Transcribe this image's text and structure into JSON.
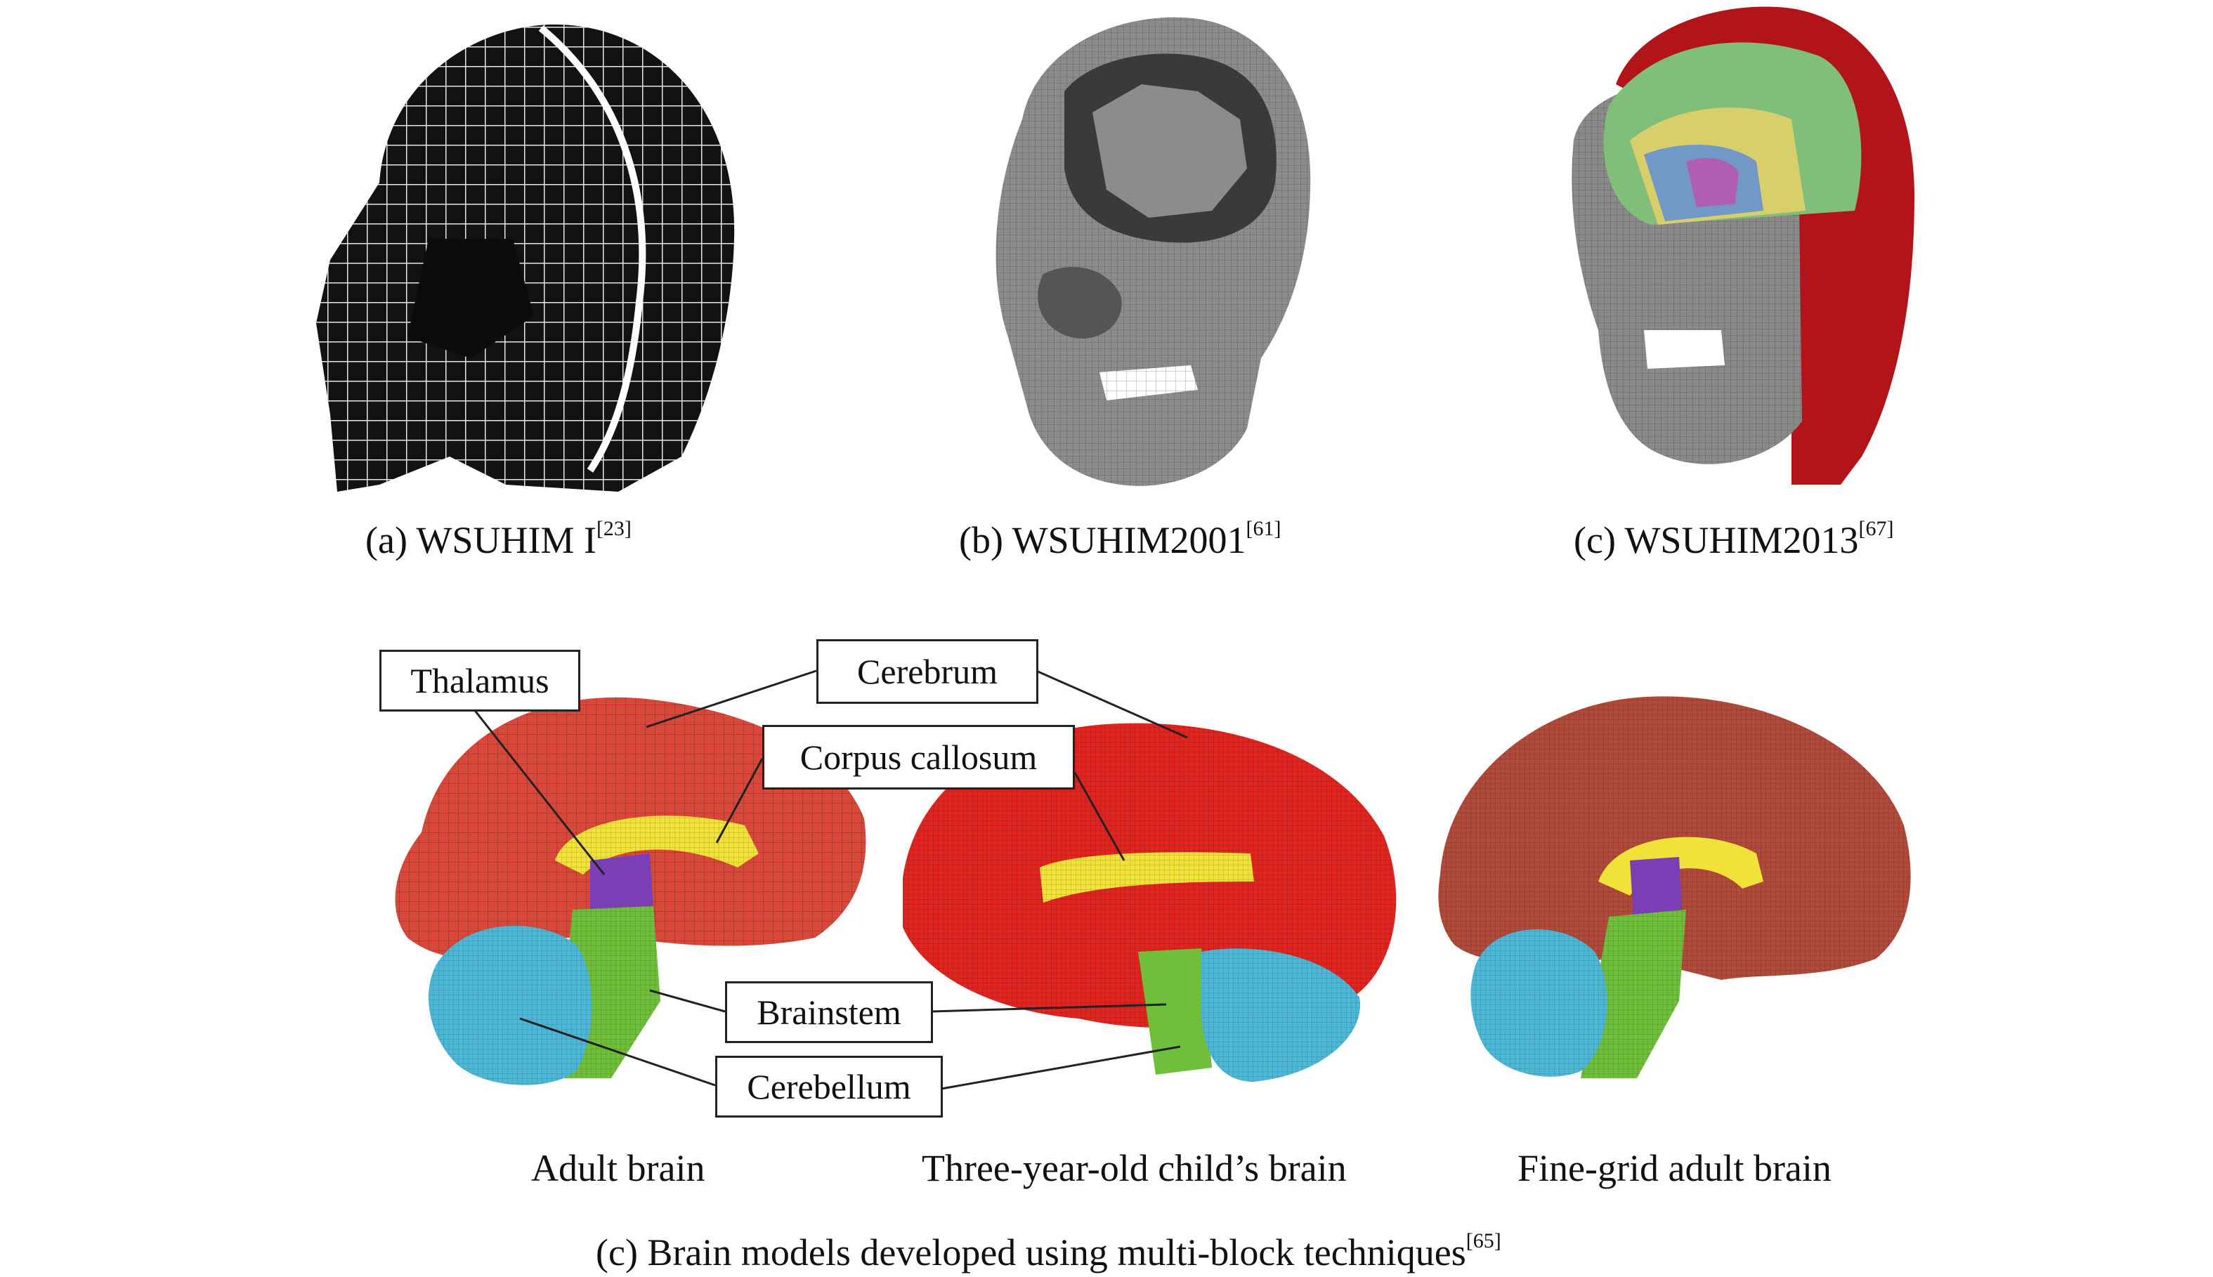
{
  "panels": {
    "a": {
      "caption_main": "(a) WSUHIM I",
      "caption_ref": "[23]"
    },
    "b": {
      "caption_main": "(b) WSUHIM2001",
      "caption_ref": "[61]"
    },
    "c": {
      "caption_main": "(c) WSUHIM2013",
      "caption_ref": "[67]"
    }
  },
  "brains": {
    "adult": "Adult brain",
    "child": "Three-year-old child’s brain",
    "fine": "Fine-grid adult brain"
  },
  "labels": {
    "thalamus": "Thalamus",
    "cerebrum": "Cerebrum",
    "corpus": "Corpus callosum",
    "brainstem": "Brainstem",
    "cerebellum": "Cerebellum"
  },
  "bottom_caption": {
    "main": "(c) Brain models developed using multi-block techniques",
    "ref": "[65]"
  },
  "colors": {
    "mesh_dark": "#1a1a1a",
    "skull_gray": "#8a8a8a",
    "cerebrum_red": "#d8483a",
    "child_red": "#e0241f",
    "corpus_yellow": "#f1e23a",
    "thalamus_purple": "#7a3fb5",
    "brainstem_green": "#6fbf3a",
    "cerebellum_cyan": "#4cb8d6",
    "fine_red": "#b04a3a",
    "scalp_red": "#b3141a"
  }
}
